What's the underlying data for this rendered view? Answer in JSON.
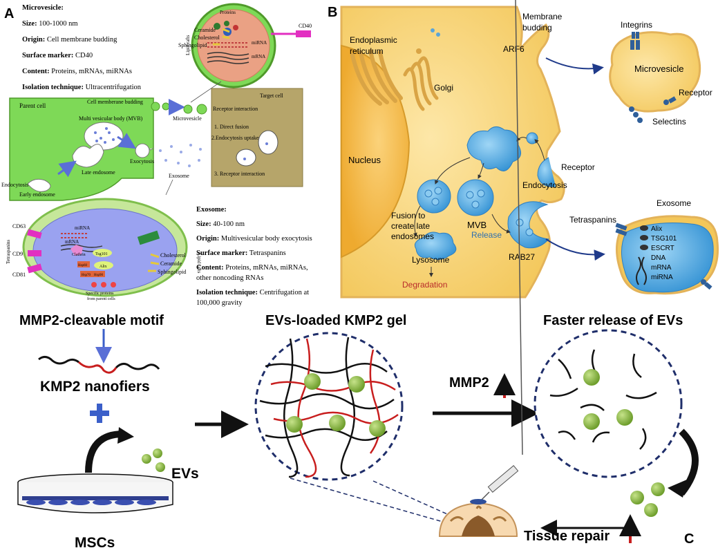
{
  "panel_a": {
    "label": "A",
    "microvesicle_info": {
      "heading": "Microvesicle:",
      "size_key": "Size:",
      "size_val": " 100-1000 nm",
      "origin_key": "Origin:",
      "origin_val": " Cell membrane budding",
      "marker_key": "Surface marker:",
      "marker_val": " CD40",
      "content_key": "Content:",
      "content_val": " Proteins, mRNAs, miRNAs",
      "isolation_key": "Isolation technique:",
      "isolation_val": " Ultracentrifugation"
    },
    "exosome_info": {
      "heading": "Exosome:",
      "size_key": "Size:",
      "size_val": " 40-100 nm",
      "origin_key": "Origin:",
      "origin_val": " Multivesicular body exocytosis",
      "marker_key": "Surface marker:",
      "marker_val": " Tetraspanins",
      "content_key": "Content:",
      "content_val": " Proteins, mRNAs, miRNAs,",
      "content_val2": "other noncoding RNAs",
      "isolation_key": "Isolation technique:",
      "isolation_val": " Centrifugation at",
      "isolation_val2": "100,000 gravity"
    },
    "parent_cell": "Parent cell",
    "cell_membrane_budding": "Cell memberane budding",
    "mvb": "Multi vesicular body (MVB)",
    "late_endosome": "Late endosome",
    "exocytosis": "Exocytosis",
    "endocytosis": "Endocytosis",
    "early_endosome": "Early endosome",
    "microvesicle": "Microvesicle",
    "exosome": "Exosome",
    "target_cell": "Target cell",
    "receptor_interaction": "Receptor interaction",
    "direct_fusion": "1. Direct fusion",
    "endocytosis_uptake": "2.Endocytosis uptake",
    "receptor_interaction_3": "3. Receptor interaction",
    "mv_zoom": {
      "lipid_rafts": "Lipid rafts",
      "ceramide": "Ceramide",
      "cholesterol": "Cholesterol",
      "sphingolipid": "Sphingolipid",
      "proteins": "Proteins",
      "mirna": "miRNA",
      "mrna": "mRNA",
      "cd40": "CD40"
    },
    "exo_zoom": {
      "tetraspanins": "Tetraspanins",
      "cd63": "CD63",
      "cd9": "CD9",
      "cd81": "CD81",
      "mirna": "miRNA",
      "mrna": "mRNA",
      "clathrin": "Clathrin",
      "tsg101": "Tsg101",
      "alix": "Alix",
      "hsp60": "Hsp60",
      "hsp90": "Hsp90",
      "hsp70": "Hsp70",
      "specific_proteins": "Specific proteins",
      "from_parent": "from parent cells",
      "cholesterol": "Cholesterol",
      "ceramide": "Ceramide",
      "sphingolipid": "Sphingolipid",
      "lipid_rafts": "Lipid rafts"
    }
  },
  "panel_b": {
    "label": "B",
    "er": "Endoplasmic",
    "er2": "reticulum",
    "golgi": "Golgi",
    "nucleus": "Nucleus",
    "membrane_budding": "Membrane",
    "membrane_budding2": "budding",
    "arf6": "ARF6",
    "receptor": "Receptor",
    "endocytosis": "Endocytosis",
    "mvb": "MVB",
    "release": "Release",
    "rab27": "RAB27",
    "fusion1": "Fusion to",
    "fusion2": "create late",
    "fusion3": "endosomes",
    "lysosome": "Lysosome",
    "degradation": "Degradation",
    "integrins": "Integrins",
    "microvesicle": "Microvesicle",
    "mv_receptor": "Receptor",
    "selectins": "Selectins",
    "exosome": "Exosome",
    "tetraspanins": "Tetraspanins",
    "alix": "Alix",
    "tsg101": "TSG101",
    "escrt": "ESCRT",
    "dna": "DNA",
    "mrna": "mRNA",
    "mirna": "miRNA"
  },
  "panel_c": {
    "label": "C",
    "mmp2_motif": "MMP2-cleavable motif",
    "kmp2_nanofibers": "KMP2 nanofiers",
    "evs": "EVs",
    "mscs": "MSCs",
    "evs_loaded_gel": "EVs-loaded KMP2 gel",
    "mmp2": "MMP2",
    "faster_release": "Faster release of EVs",
    "tissue_repair": "Tissue repair"
  },
  "colors": {
    "parent_cell_green": "#7ed957",
    "target_cell_tan": "#b6a56a",
    "cell_yellow": "#f9d77e",
    "vesicle_blue": "#4aa3df",
    "ev_green": "#7fb43a",
    "gel_red": "#c81e1e",
    "arrow_navy": "#1f3a8a",
    "arrow_red": "#c81e1e"
  }
}
